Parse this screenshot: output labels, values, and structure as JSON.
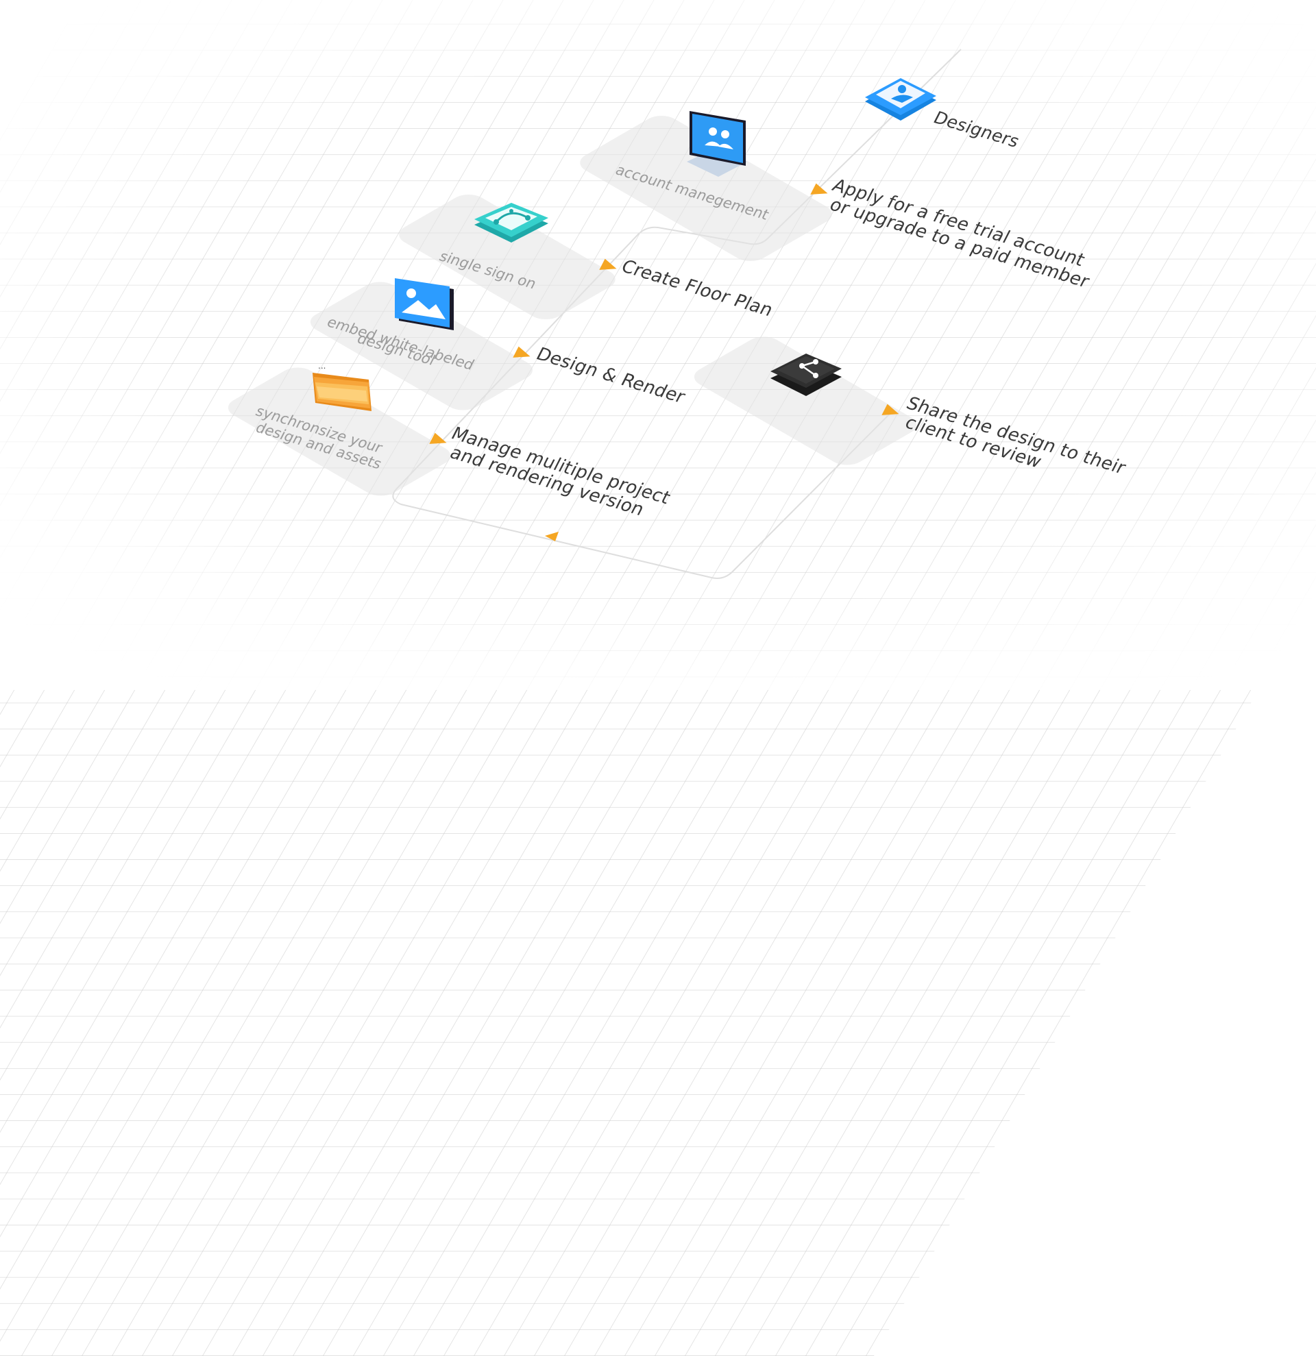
{
  "nodes": {
    "designers": {
      "label": "Designers"
    },
    "account": {
      "caption": "account manegement"
    },
    "sso": {
      "caption": "single sign on"
    },
    "embed": {
      "caption_line1": "embed white-labeled",
      "caption_line2": "design tool"
    },
    "sync": {
      "caption_line1": "synchronsize your",
      "caption_line2": "design and assets"
    },
    "share": {}
  },
  "steps": {
    "apply_line1": "Apply for a free trial account",
    "apply_line2": "or upgrade to a paid member",
    "floor_plan": "Create Floor Plan",
    "design_render": "Design & Render",
    "manage_line1": "Manage mulitiple project",
    "manage_line2": "and rendering version",
    "share_line1": "Share the design to their",
    "share_line2": "client to review"
  },
  "colors": {
    "accent_arrow": "#f5a623",
    "icon_blue": "#1e90f0",
    "icon_teal": "#2ec4c4",
    "icon_dark": "#2b2b2b",
    "folder_orange": "#f7a53a"
  },
  "icons": [
    "user-card-icon",
    "laptop-users-icon",
    "bezier-curve-icon",
    "image-picture-icon",
    "folders-icon",
    "share-nodes-icon"
  ]
}
